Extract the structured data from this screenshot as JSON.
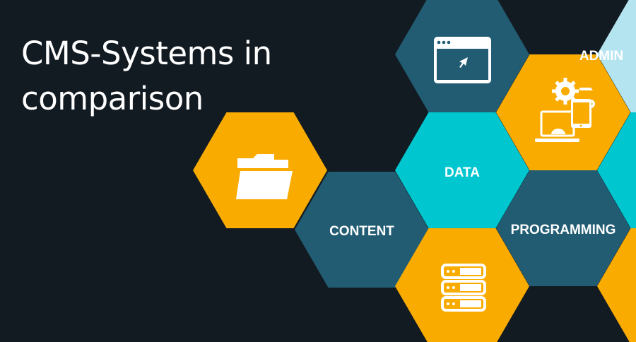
{
  "title": {
    "line1": "CMS-Systems in",
    "line2": "comparison"
  },
  "colors": {
    "background": "#131b22",
    "dark_teal": "#215c73",
    "orange": "#f9ab00",
    "cyan": "#00c6d0",
    "light_blue": "#b4e4f0",
    "text": "#ffffff"
  },
  "hexagons": [
    {
      "name": "folder",
      "icon": "folder-icon",
      "color": "#f9ab00"
    },
    {
      "name": "content",
      "label": "CONTENT",
      "color": "#215c73"
    },
    {
      "name": "browser",
      "icon": "browser-window-icon",
      "color": "#215c73"
    },
    {
      "name": "data",
      "label": "DATA",
      "color": "#00c6d0"
    },
    {
      "name": "server",
      "icon": "server-icon",
      "color": "#f9ab00"
    },
    {
      "name": "devices",
      "icon": "devices-gears-icon",
      "color": "#f9ab00"
    },
    {
      "name": "programming",
      "label": "PROGRAMMING",
      "color": "#215c73"
    },
    {
      "name": "admin",
      "label": "ADMIN",
      "color": "#b4e4f0"
    },
    {
      "name": "right-middle",
      "color": "#00c6d0"
    },
    {
      "name": "right-bottom",
      "color": "#f9ab00"
    }
  ]
}
